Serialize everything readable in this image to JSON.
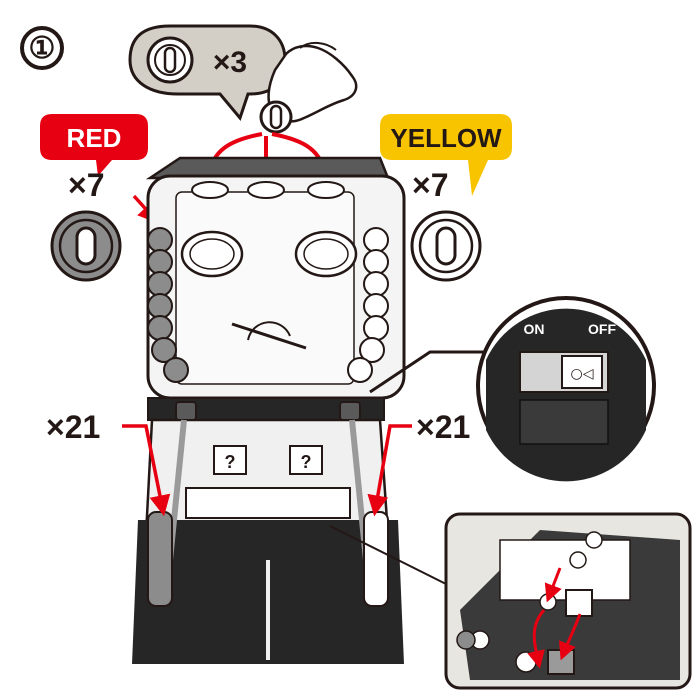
{
  "step_number": "①",
  "speech_bubble": {
    "multiplier": "×3"
  },
  "red_pile": {
    "tag": "RED",
    "count": "×7"
  },
  "yellow_pile": {
    "tag": "YELLOW",
    "count": "×7"
  },
  "base_left_count": "×21",
  "base_right_count": "×21",
  "switch_panel": {
    "on_label": "ON",
    "off_label": "OFF"
  },
  "colors": {
    "red": "#e60012",
    "yellow": "#f8c400",
    "red_coin": "#8c8c8c",
    "yellow_coin": "#ffffff",
    "outline": "#231815",
    "bubble": "#d4cfc6",
    "base": "#262626",
    "photo_bg": "#e8e6e1"
  },
  "icons": [
    "coin-icon",
    "hand-icon",
    "arrow-icon",
    "question-block-icon"
  ]
}
